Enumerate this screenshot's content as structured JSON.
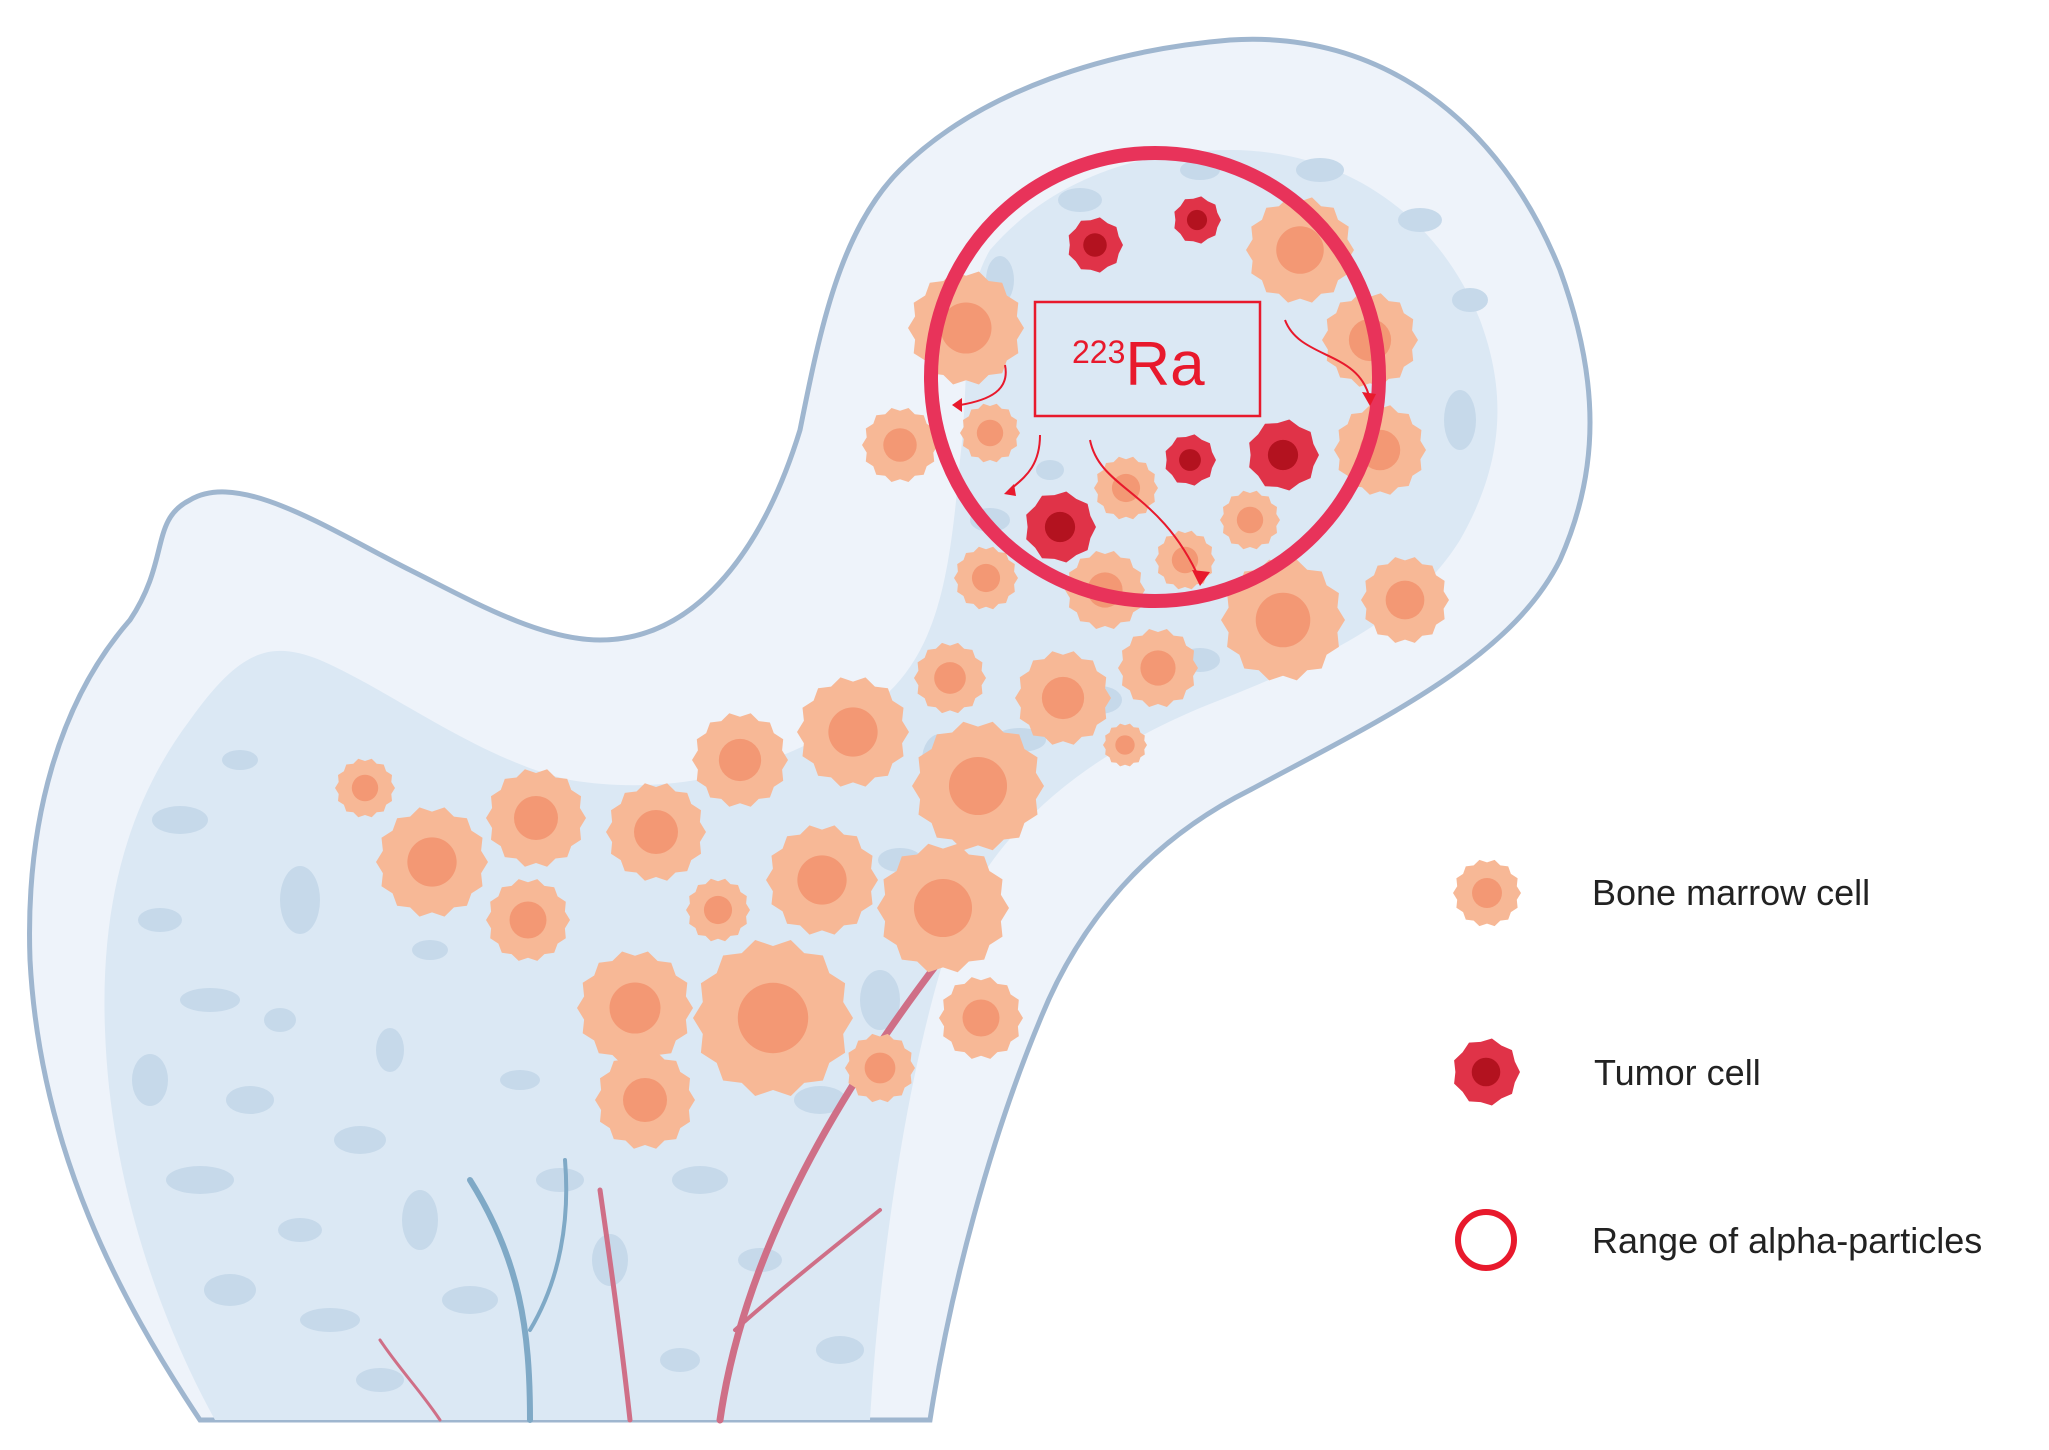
{
  "isotope": {
    "mass_number": "223",
    "symbol": "Ra"
  },
  "legend": {
    "bone_marrow_label": "Bone marrow cell",
    "tumor_label": "Tumor cell",
    "range_label": "Range of alpha-particles"
  },
  "colors": {
    "bone_outer": "#eef3fa",
    "bone_outline": "#9fb6cf",
    "marrow_inner": "#dbe8f4",
    "trabecula": "#c6d9ea",
    "marrow_cell_outer": "#f7b896",
    "marrow_cell_inner": "#f39874",
    "tumor_outer": "#e03348",
    "tumor_inner": "#b3121f",
    "range_circle": "#e8335a",
    "isotope_text": "#e8192c",
    "vessel_blue": "#7fa9c6",
    "vessel_red": "#cf6f87"
  }
}
